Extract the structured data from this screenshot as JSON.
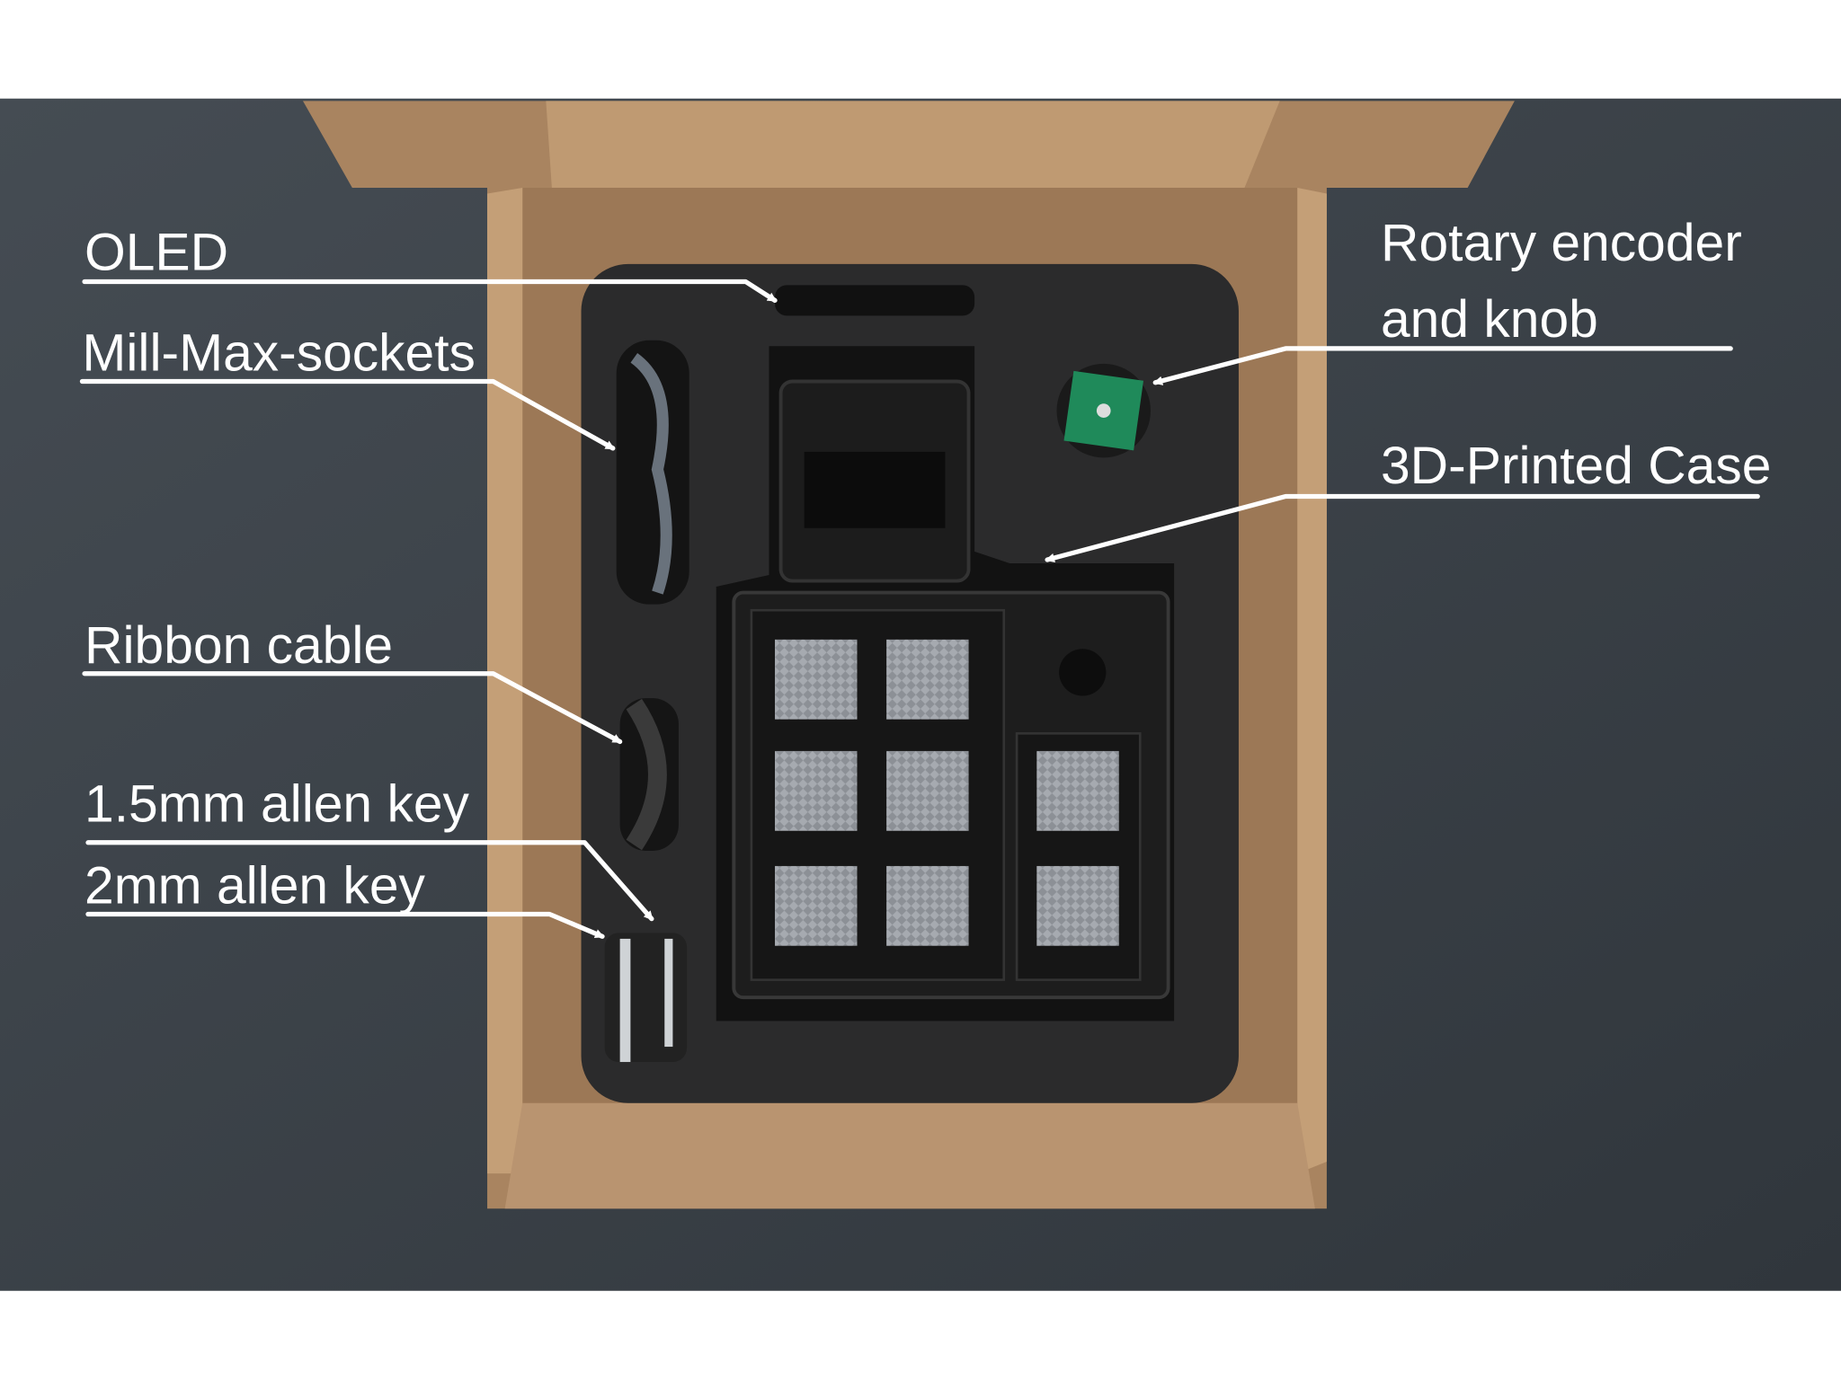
{
  "labels": {
    "oled": "OLED",
    "mill_max": "Mill-Max-sockets",
    "ribbon": "Ribbon cable",
    "allen_15": "1.5mm allen key",
    "allen_2": "2mm allen key",
    "rotary_line1": "Rotary encoder",
    "rotary_line2": "and knob",
    "case": "3D-Printed Case"
  },
  "colors": {
    "background": "#3b4249",
    "cardboard": "#b08a63",
    "foam": "#2a2a2b",
    "pcb": "#1f8a5a",
    "annotation": "#ffffff"
  }
}
